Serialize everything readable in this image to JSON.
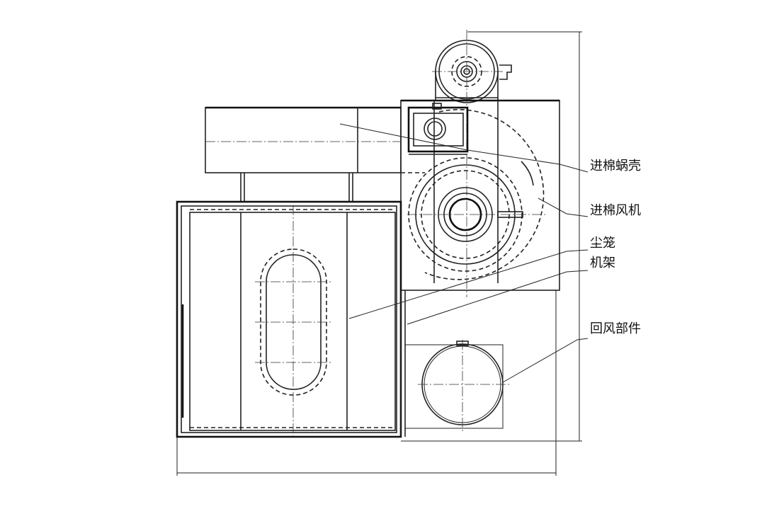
{
  "labels": {
    "inlet_volute": "进棉蜗壳",
    "inlet_fan": "进棉风机",
    "dust_cage": "尘笼",
    "frame": "机架",
    "return_air_unit": "回风部件"
  }
}
